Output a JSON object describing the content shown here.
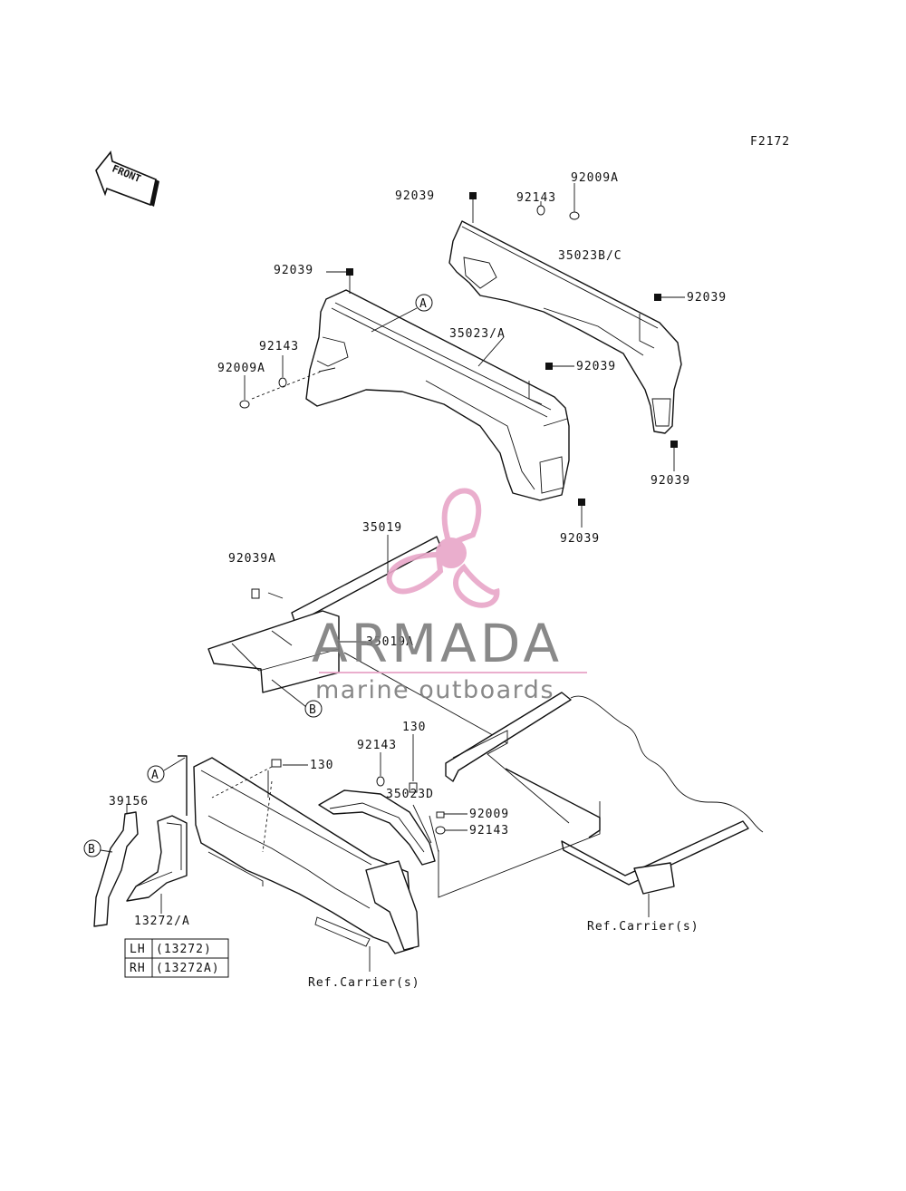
{
  "figure_code": "F2172",
  "front_label": "FRONT",
  "labels": {
    "p92009A_top": "92009A",
    "p92039_top": "92039",
    "p92143_top": "92143",
    "p35023BC": "35023B/C",
    "p92039_right1": "92039",
    "p92039_right2": "92039",
    "p92039_left": "92039",
    "p92143_left": "92143",
    "p92009A_left": "92009A",
    "p35023A": "35023/A",
    "p92039_mid": "92039",
    "p92039_low": "92039",
    "p35019": "35019",
    "p92039A": "92039A",
    "p35019A": "35019A",
    "callout_a1": "A",
    "callout_b1": "B",
    "callout_a2": "A",
    "callout_b2": "B",
    "p130_a": "130",
    "p130_b": "130",
    "p92143_low": "92143",
    "p35023D": "35023D",
    "p92009": "92009",
    "p92143_low2": "92143",
    "p39156": "39156",
    "p13272A": "13272/A",
    "ref_carrier_1": "Ref.Carrier(s)",
    "ref_carrier_2": "Ref.Carrier(s)"
  },
  "legend_table": [
    {
      "side": "LH",
      "part": "(13272)"
    },
    {
      "side": "RH",
      "part": "(13272A)"
    }
  ],
  "watermark": {
    "brand": "ARMADA",
    "tagline": "marine outboards",
    "accent_color": "#e8a6c8",
    "text_color": "#7d7d7d"
  }
}
